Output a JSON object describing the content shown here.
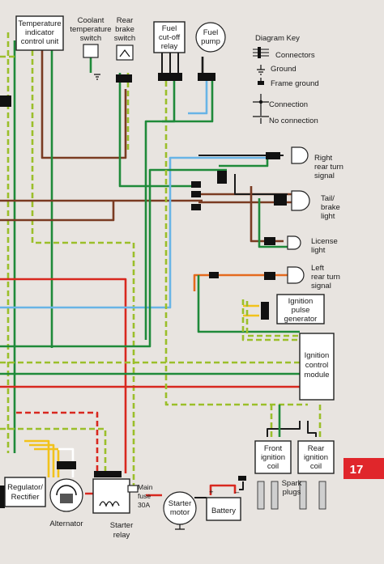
{
  "colors": {
    "background": "#e8e4e0",
    "page_tab": "#e0262b",
    "wire_green": "#1f8a3a",
    "wire_yellow_green": "#9bbf2a",
    "wire_red": "#d8281f",
    "wire_brown": "#7a3b22",
    "wire_blue": "#68b4e6",
    "wire_orange": "#e46a1e",
    "wire_black": "#1a1a1a",
    "wire_yellow": "#f2c21b",
    "wire_white": "#ffffff"
  },
  "components": {
    "temperature_indicator": [
      "Temperature",
      "indicator",
      "control unit"
    ],
    "coolant_switch": [
      "Coolant",
      "temperature",
      "switch"
    ],
    "rear_brake_switch": [
      "Rear",
      "brake",
      "switch"
    ],
    "fuel_cutoff_relay": [
      "Fuel",
      "cut-off",
      "relay"
    ],
    "fuel_pump": [
      "Fuel",
      "pump"
    ],
    "right_rear_turn": [
      "Right",
      "rear turn",
      "signal"
    ],
    "tail_brake_light": [
      "Tail/",
      "brake",
      "light"
    ],
    "license_light": [
      "License",
      "light"
    ],
    "left_rear_turn": [
      "Left",
      "rear turn",
      "signal"
    ],
    "ignition_pulse_generator": [
      "Ignition",
      "pulse",
      "generator"
    ],
    "ignition_control_module": [
      "Ignition",
      "control",
      "module"
    ],
    "front_ignition_coil": [
      "Front",
      "ignition",
      "coil"
    ],
    "rear_ignition_coil": [
      "Rear",
      "ignition",
      "coil"
    ],
    "spark_plugs": [
      "Spark",
      "plugs"
    ],
    "regulator_rectifier": [
      "Regulator/",
      "Rectifier"
    ],
    "alternator": [
      "Alternator"
    ],
    "main_fuse": [
      "Main",
      "fuse",
      "30A"
    ],
    "starter_motor": [
      "Starter",
      "motor"
    ],
    "battery": [
      "Battery"
    ],
    "starter_relay": [
      "Starter",
      "relay"
    ]
  },
  "key": {
    "title": "Diagram Key",
    "connectors": "Connectors",
    "ground": "Ground",
    "frame_ground": "Frame ground",
    "connection": "Connection",
    "no_connection": "No connection"
  },
  "page_number": "17",
  "battery_plus": "+",
  "battery_minus": "–"
}
